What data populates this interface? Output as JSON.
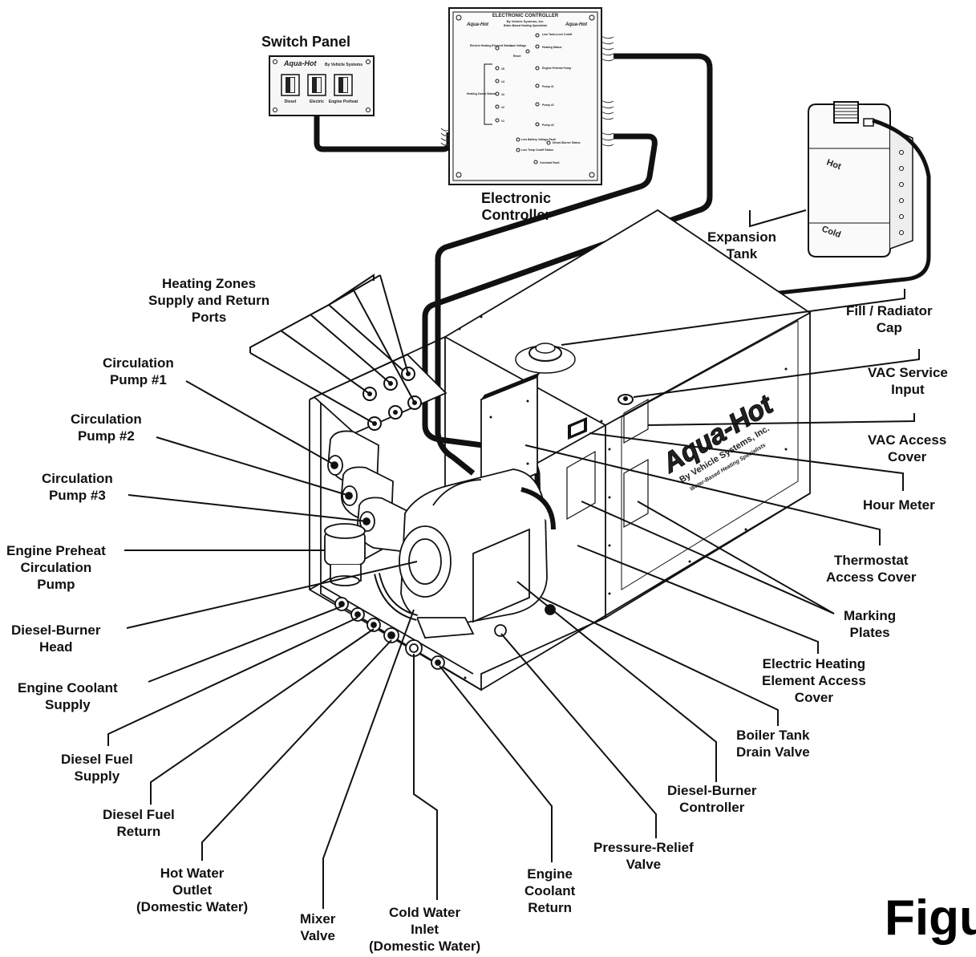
{
  "labels": {
    "switch_panel": [
      "Switch Panel"
    ],
    "electronic_controller": [
      "Electronic",
      "Controller"
    ],
    "expansion_tank": [
      "Expansion",
      "Tank"
    ],
    "heating_zones": [
      "Heating Zones",
      "Supply and Return",
      "Ports"
    ],
    "fill_cap": [
      "Fill / Radiator",
      "Cap"
    ],
    "vac_service_input": [
      "VAC Service",
      "Input"
    ],
    "vac_access_cover": [
      "VAC Access",
      "Cover"
    ],
    "hour_meter": [
      "Hour Meter"
    ],
    "thermostat_cover": [
      "Thermostat",
      "Access Cover"
    ],
    "marking_plates": [
      "Marking",
      "Plates"
    ],
    "electric_heating_cover": [
      "Electric Heating",
      "Element Access",
      "Cover"
    ],
    "boiler_drain": [
      "Boiler Tank",
      "Drain Valve"
    ],
    "burner_controller": [
      "Diesel-Burner",
      "Controller"
    ],
    "pressure_relief": [
      "Pressure-Relief",
      "Valve"
    ],
    "coolant_return": [
      "Engine",
      "Coolant",
      "Return"
    ],
    "cold_water": [
      "Cold Water",
      "Inlet",
      "(Domestic Water)"
    ],
    "mixer_valve": [
      "Mixer",
      "Valve"
    ],
    "hot_water": [
      "Hot Water",
      "Outlet",
      "(Domestic Water)"
    ],
    "fuel_return": [
      "Diesel Fuel",
      "Return"
    ],
    "fuel_supply": [
      "Diesel Fuel",
      "Supply"
    ],
    "coolant_supply": [
      "Engine Coolant",
      "Supply"
    ],
    "burner_head": [
      "Diesel-Burner",
      "Head"
    ],
    "preheat_pump": [
      "Engine Preheat",
      "Circulation",
      "Pump"
    ],
    "pump3": [
      "Circulation",
      "Pump #3"
    ],
    "pump2": [
      "Circulation",
      "Pump #2"
    ],
    "pump1": [
      "Circulation",
      "Pump #1"
    ]
  },
  "figure_fragment": "Figu",
  "switch_panel_face": {
    "brand": "Aqua-Hot",
    "byline": "By Vehicle Systems",
    "switches": [
      "Diesel",
      "Electric",
      "Engine Preheat"
    ]
  },
  "controller_face": {
    "title": "ELECTRONIC CONTROLLER",
    "brand": "Aqua-Hot",
    "byline": "By Vehicle Systems, Inc.",
    "tagline": "Water-Based Heating Specialists",
    "indicators": {
      "electric_heating_status": "Electric Heating Element Status",
      "low_voltage_reset": [
        "Low Voltage",
        "Reset"
      ],
      "low_tank_cutoff": "Low Tank-Level Cutoff",
      "heating_status": "Heating Status",
      "engine_preheat_pump": "Engine Preheat Pump",
      "heating_zones_status": "Heating Zones Status",
      "zones": [
        "#5",
        "#4",
        "#3",
        "#2",
        "#1"
      ],
      "pump1": "Pump #1",
      "pump2": "Pump #2",
      "pump3": "Pump #3",
      "low_battery": "Low Battery Voltage Fault",
      "low_temp": "Low Temp Cutoff Status",
      "burner_status": "Diesel-Burner Status",
      "overload": "Overload Fault"
    }
  },
  "expansion_tank_face": {
    "hot": "Hot",
    "cold": "Cold"
  },
  "heater_brand": {
    "logo": "Aqua-Hot",
    "byline": "By Vehicle Systems, Inc.",
    "tagline": "Water-Based Heating Specialists"
  }
}
